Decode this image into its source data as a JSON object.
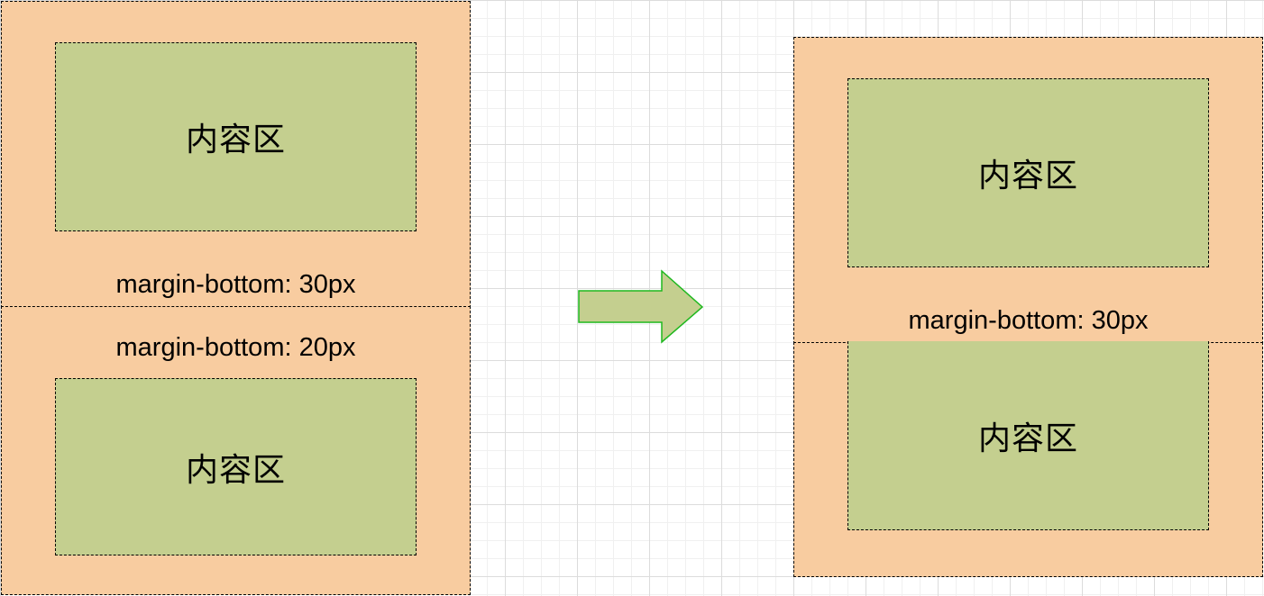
{
  "before": {
    "top_box": {
      "content_label": "内容区",
      "margin_label": "margin-bottom: 30px"
    },
    "bottom_box": {
      "content_label": "内容区",
      "margin_label": "margin-bottom: 20px"
    }
  },
  "after": {
    "top_box": {
      "content_label": "内容区",
      "margin_label": "margin-bottom: 30px"
    },
    "bottom_box": {
      "content_label": "内容区"
    }
  },
  "colors": {
    "margin_fill": "#f8cca0",
    "content_fill": "#c4cf8f",
    "arrow_fill": "#c4cf8f",
    "arrow_stroke": "#1fb81f"
  }
}
